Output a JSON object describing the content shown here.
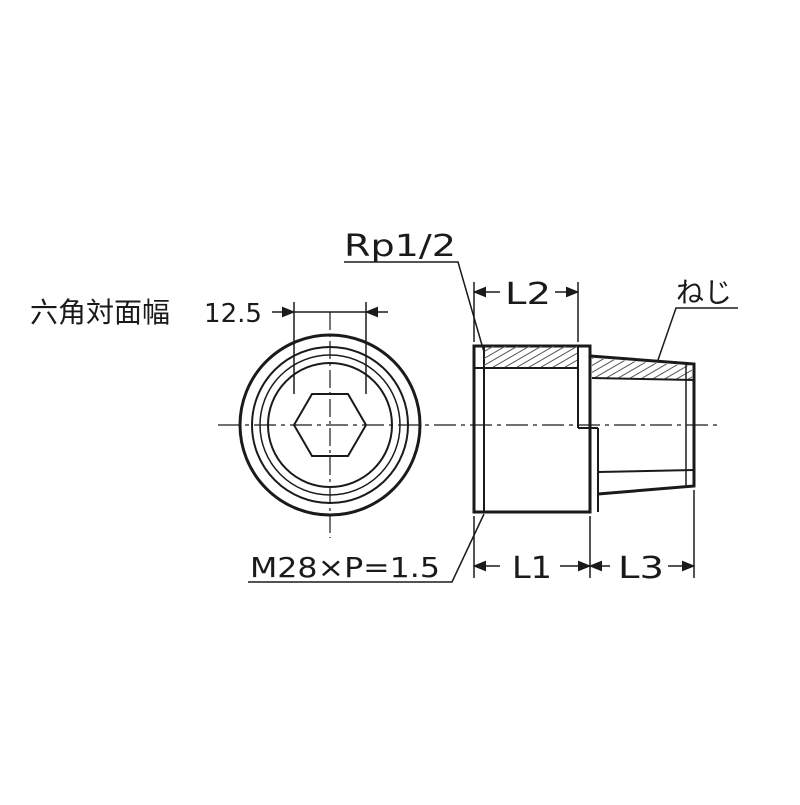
{
  "labels": {
    "hex_across_flats": "六角対面幅",
    "hex_dimension": "12.5",
    "female_thread": "Rp1/2",
    "outer_thread": "M28×P=1.5",
    "thread": "ねじ",
    "l1": "L1",
    "l2": "L2",
    "l3": "L3"
  },
  "colors": {
    "line": "#1a1a1a",
    "hatch": "#555555"
  }
}
